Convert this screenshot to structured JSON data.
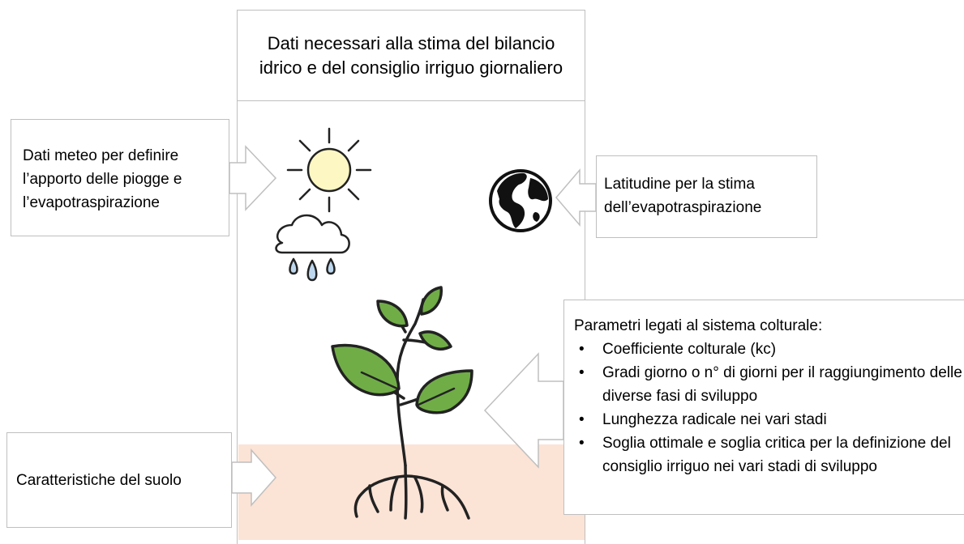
{
  "title": "Dati necessari alla stima del bilancio idrico e del consiglio irriguo giornaliero",
  "meteo": {
    "line1": "Dati meteo per definire",
    "line2": "l’apporto delle piogge e",
    "line3": "l’evapotraspirazione"
  },
  "latitude": {
    "line1": "Latitudine per la stima",
    "line2": "dell’evapotraspirazione"
  },
  "soil": "Caratteristiche del suolo",
  "params": {
    "heading": "Parametri legati al sistema colturale:",
    "items": [
      "Coefficiente colturale (kc)",
      "Gradi giorno o n° di giorni per il raggiungimento delle diverse fasi di sviluppo",
      "Lunghezza radicale nei vari stadi",
      "Soglia ottimale e soglia critica per la definizione del consiglio irriguo nei vari stadi di sviluppo"
    ]
  },
  "icons": [
    "sun-icon",
    "rain-cloud-icon",
    "globe-icon",
    "plant-icon"
  ],
  "colors": {
    "border": "#bfbfbf",
    "soil": "#fbe3d6",
    "sun": "#fdf7c3",
    "leaf": "#70ad47",
    "rain": "#bdd7ee"
  }
}
